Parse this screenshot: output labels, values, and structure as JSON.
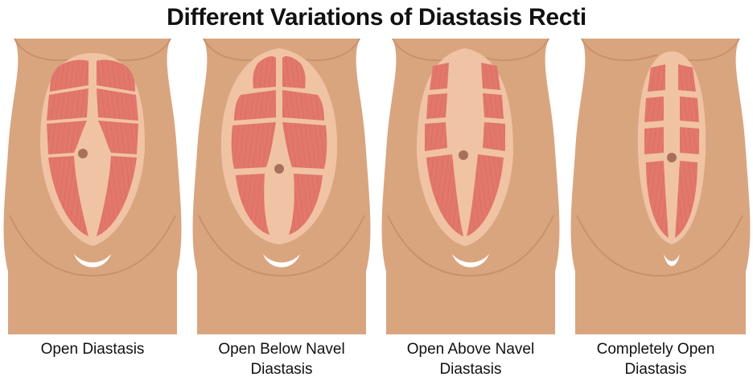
{
  "title": "Different Variations of Diastasis Recti",
  "panels": [
    {
      "line1": "Open Diastasis",
      "line2": ""
    },
    {
      "line1": "Open Below Navel",
      "line2": "Diastasis"
    },
    {
      "line1": "Open Above Navel",
      "line2": "Diastasis"
    },
    {
      "line1": "Completely Open",
      "line2": "Diastasis"
    }
  ],
  "colors": {
    "skin": "#D9A57F",
    "skin_dark": "#C8916C",
    "linea": "#F0C3A4",
    "muscle": "#E2776C",
    "muscle_line": "#C95F57",
    "navel": "#A8705A"
  }
}
